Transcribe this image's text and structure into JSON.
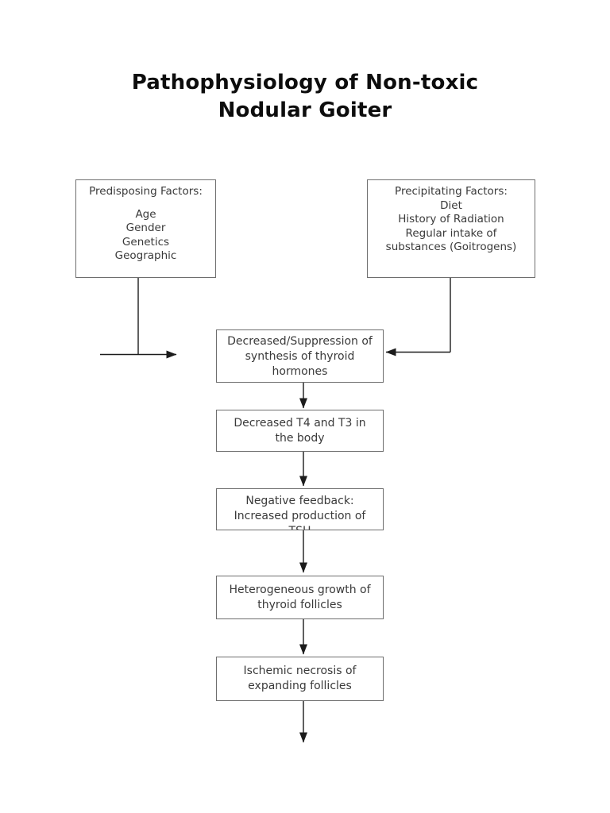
{
  "title_lines": [
    "Pathophysiology of Non-toxic",
    "Nodular Goiter"
  ],
  "predisposing_box": {
    "heading": "Predisposing Factors:",
    "items": [
      "Age",
      "Gender",
      "Genetics",
      "Geographic"
    ]
  },
  "precipitating_box": {
    "heading": "Precipitating Factors:",
    "lines": [
      "Diet",
      "History of Radiation",
      "Regular intake of",
      "substances (Goitrogens)"
    ]
  },
  "steps": [
    {
      "lines": [
        "Decreased/Suppression of",
        "synthesis of thyroid",
        "hormones"
      ]
    },
    {
      "lines": [
        "Decreased T4 and T3 in",
        "the body"
      ]
    },
    {
      "lines": [
        "Negative feedback:",
        "Increased production of",
        "TSH"
      ]
    },
    {
      "lines": [
        "Heterogeneous growth of",
        "thyroid follicles"
      ]
    },
    {
      "lines": [
        "Ischemic necrosis of",
        "expanding follicles"
      ]
    }
  ],
  "colors": {
    "box_border": "#6e6e6e",
    "text": "#3a3a3a",
    "line": "#1c1c1c",
    "title": "#0d0d0d",
    "background": "#ffffff"
  }
}
